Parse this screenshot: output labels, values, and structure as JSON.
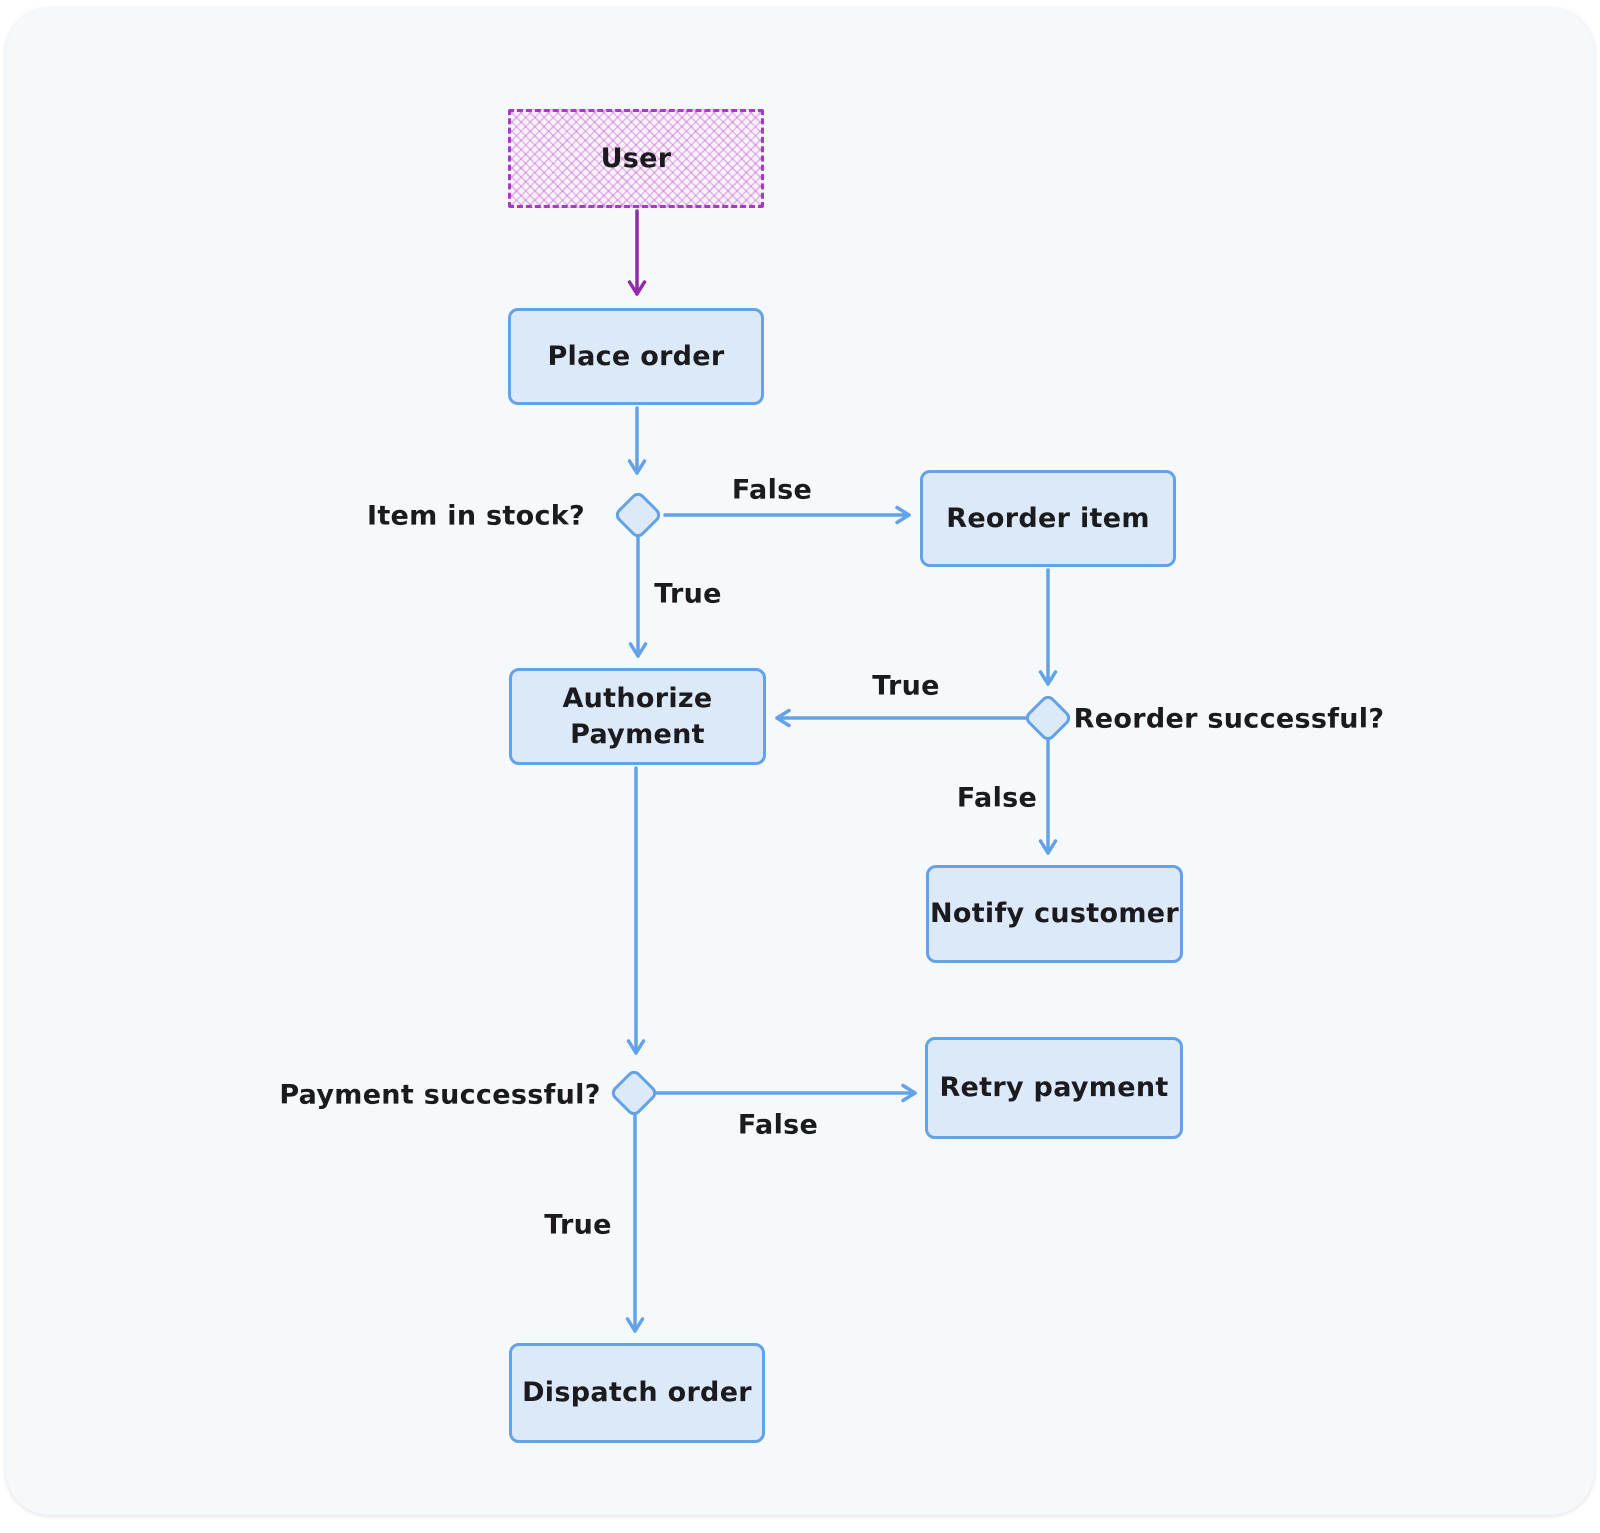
{
  "nodes": {
    "user": "User",
    "place_order": "Place order",
    "reorder_item": "Reorder item",
    "authorize_payment": "Authorize\nPayment",
    "notify_customer": "Notify customer",
    "retry_payment": "Retry payment",
    "dispatch_order": "Dispatch order"
  },
  "decisions": {
    "item_in_stock": "Item in stock?",
    "reorder_successful": "Reorder successful?",
    "payment_successful": "Payment successful?"
  },
  "edge_labels": {
    "item_false": "False",
    "item_true": "True",
    "reorder_true": "True",
    "reorder_false": "False",
    "payment_false": "False",
    "payment_true": "True"
  },
  "colors": {
    "canvas": "#f6f9fc",
    "node_fill": "#dce9f8",
    "node_border": "#63a2e7",
    "arrow": "#63a2e7",
    "text": "#1b1b1f",
    "actor_fill": "#fcf0fa",
    "actor_border": "#a43cc3",
    "actor_arrow": "#8f2caa"
  }
}
